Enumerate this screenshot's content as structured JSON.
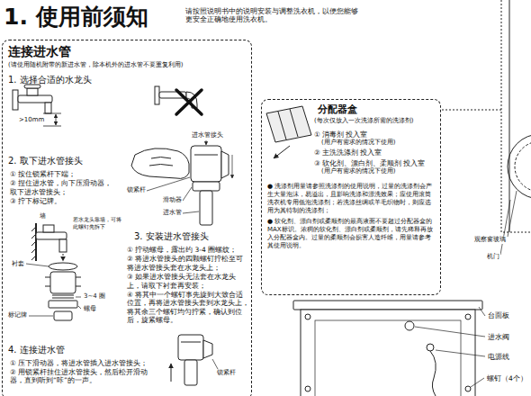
{
  "diagram": {
    "title": "1. 使用前须知",
    "nodes": [
      {
        "text": [
          "连接进水管",
          "(请使用随机附带的新进水管，除本机外的进水管不要重复利用)",
          "1. 选择合适的水龙头",
          "2. 取下进水管接头",
          "① 按住锁紧杆下端；",
          "② 捏住进水管，向下压滑动器，取下进水管接头；",
          "③ 拧下标记牌。",
          "3. 安装进水管接头",
          "① 拧动螺母，露出约 3-4 圈螺纹；",
          "② 将进水管接头的四颗螺钉拧松至可将进水管接头套在水龙头上；",
          "③ 如果进水管接头无法套在水龙头上，请取下衬套再安装；",
          "④ 将其中一个螺钉事先旋到大致合适位置，再将进水管接头套到水龙头上，将其余三个螺钉均匀拧紧，确认到位后，旋紧螺母。",
          "4. 连接进水管",
          "① 压下滑动器，将进水管插入进水管接头；",
          "② 用锁紧杆挂住进水管接头，然后松开滑动器，直到听到“咔”的一声。"
        ]
      },
      {
        "text": [
          "分配器盒",
          "(每次仅放入一次洗涤所需的洗涤剂)",
          "① 消毒剂 投入室",
          "(用户有需求的情况下使用)",
          "② 主洗洗涤剂 投入室",
          "③ 软化剂、漂白剂、柔顺剂 投入室",
          "(用户有需求的情况下使用)",
          "● 洗涤剂用量请参照洗涤剂的使用说明，过量的洗涤剂会产生大量泡沫，易溢出，且影响洗涤和漂洗效果；应使用滚筒洗衣机专用低泡洗涤剂；若洗涤丝绸或羊毛织物时，则应选用为其特制的洗涤剂；",
          "● 软化剂、漂白剂或柔顺剂的最高液面不要超过分配器盒的MAX标识。浓稠的软化剂、漂白剂或柔顺剂，请先稀释再放入分配器盒内。过量的柔顺剂会损害人造纤维，用量请参考其使用说明。"
        ]
      }
    ],
    "labels": [
      "请按照说明书中的说明安装与调整洗衣机，以便您能够更安全正确地使用洗衣机。",
      ">10mm",
      "进水管接头",
      "锁紧杆",
      "滑动器",
      "进水管",
      "墙",
      "若水龙头靠墙，可将此螺钉先拆下",
      "衬套",
      "3~4 圈",
      "标记牌",
      "螺母",
      "锁紧杆",
      "观察窗玻璃",
      "机门",
      "台面板",
      "进水阀",
      "电源线",
      "螺钉（4个）"
    ]
  }
}
